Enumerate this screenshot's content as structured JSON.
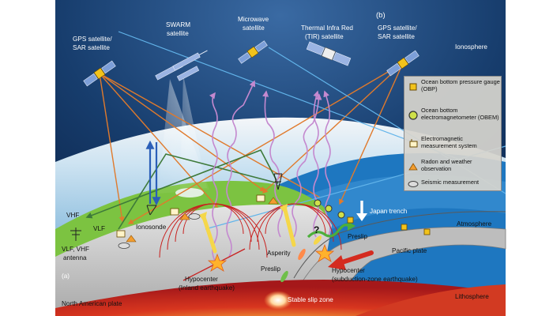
{
  "panel_labels": {
    "a": "(a)",
    "b": "(b)"
  },
  "layers": {
    "ionosphere": "Ionosphere",
    "atmosphere": "Atmosphere",
    "lithosphere": "Lithosphere"
  },
  "satellites": {
    "gps_left_line1": "GPS satellite/",
    "gps_left_line2": "SAR satellite",
    "swarm_line1": "SWARM",
    "swarm_line2": "satellite",
    "microwave_line1": "Microwave",
    "microwave_line2": "satellite",
    "tir_line1": "Thermal Infra Red",
    "tir_line2": "(TIR) satellite",
    "gps_right_line1": "GPS satellite/",
    "gps_right_line2": "SAR satellite"
  },
  "ground_labels": {
    "vhf": "VHF",
    "vlf": "VLF",
    "antenna_line1": "VLF, VHF",
    "antenna_line2": "antenna",
    "ionosonde": "Ionosonde",
    "north_american_plate": "North American plate",
    "japan_trench": "Japan trench",
    "pacific_plate": "Pacific plate",
    "stable_slip_zone": "Stable slip zone",
    "asperity": "Asperity",
    "preslip_left": "Preslip",
    "preslip_right": "Preslip",
    "question": "?",
    "hypocenter_inland_line1": "Hypocenter",
    "hypocenter_inland_line2": "(Inland earthquake)",
    "hypocenter_sub_line1": "Hypocenter",
    "hypocenter_sub_line2": "(subduction-zone earthquake)"
  },
  "legend": [
    {
      "icon": "ocean-bottom-pressure-gauge-icon",
      "text": "Ocean bottom pressure gauge (OBP)"
    },
    {
      "icon": "ocean-bottom-electromagnetometer-icon",
      "text": "Ocean bottom electromagnetometer (OBEM)"
    },
    {
      "icon": "electromagnetic-measurement-system-icon",
      "text": "Electromagnetic measurement system"
    },
    {
      "icon": "radon-and-weather-observation-icon",
      "text": "Radon and weather observation"
    },
    {
      "icon": "seismic-measurement-icon",
      "text": "Seismic measurement"
    }
  ],
  "colors": {
    "space": "#0c2a52",
    "atmosphere_glow": "#cfe7f7",
    "land": "#7cc341",
    "ocean": "#1e77c0",
    "crust": "#c9c9c9",
    "mantle": "#c8211f",
    "orange_ray": "#e07a2c",
    "green_ray": "#3e7a3a",
    "blue_ray": "#2b5fb8",
    "radiation": "#c489cf"
  }
}
